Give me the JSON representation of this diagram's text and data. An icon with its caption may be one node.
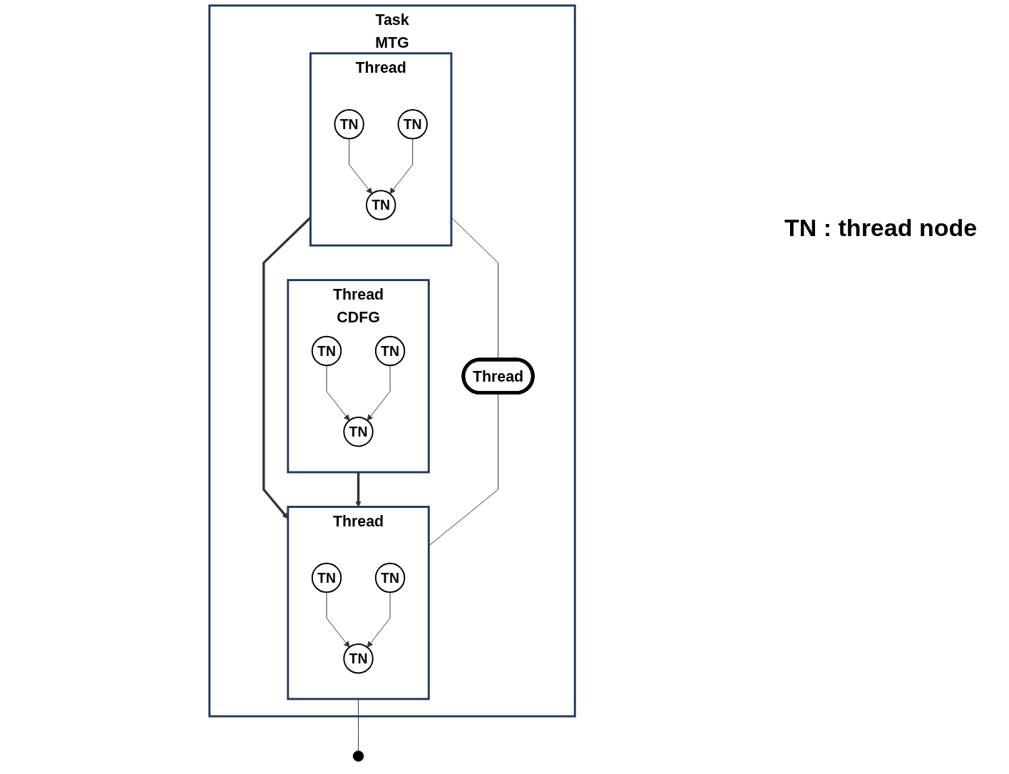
{
  "diagram": {
    "nodes": [
      {
        "text": [
          "Task",
          "MTG"
        ]
      },
      {
        "text": [
          "Thread"
        ],
        "in": 0
      },
      {
        "text": [
          "TN"
        ],
        "in": 1
      },
      {
        "text": [
          "TN"
        ],
        "in": 1
      },
      {
        "text": [
          "TN"
        ],
        "in": 1
      },
      {
        "text": [
          "Thread",
          "CDFG"
        ],
        "in": 0
      },
      {
        "text": [
          "TN"
        ],
        "in": 5
      },
      {
        "text": [
          "TN"
        ],
        "in": 5
      },
      {
        "text": [
          "TN"
        ],
        "in": 5
      },
      {
        "text": [
          "Thread"
        ],
        "in": 0
      },
      {
        "text": [
          "Thread"
        ],
        "in": 0
      },
      {
        "text": [
          "TN"
        ],
        "in": 10
      },
      {
        "text": [
          "TN"
        ],
        "in": 10
      },
      {
        "text": [
          "TN"
        ],
        "in": 10
      },
      {
        "text": [],
        "shape": "circle"
      }
    ],
    "edges": [
      {
        "from": 2,
        "to": 4,
        "arrow": "to"
      },
      {
        "from": 3,
        "to": 4,
        "arrow": "to"
      },
      {
        "from": 6,
        "to": 8,
        "arrow": "to"
      },
      {
        "from": 7,
        "to": 8,
        "arrow": "to"
      },
      {
        "from": 11,
        "to": 13,
        "arrow": "to"
      },
      {
        "from": 12,
        "to": 13,
        "arrow": "to"
      },
      {
        "from": 1,
        "to": 10,
        "arrow": "to",
        "style": "thick"
      },
      {
        "from": 5,
        "to": 10,
        "arrow": "to",
        "style": "thick"
      },
      {
        "from": 1,
        "to": 9,
        "arrow": "none"
      },
      {
        "from": 9,
        "to": 10,
        "arrow": "none"
      },
      {
        "from": 10,
        "to": 14,
        "arrow": "none"
      }
    ],
    "labels": [
      "TN : thread node"
    ]
  }
}
